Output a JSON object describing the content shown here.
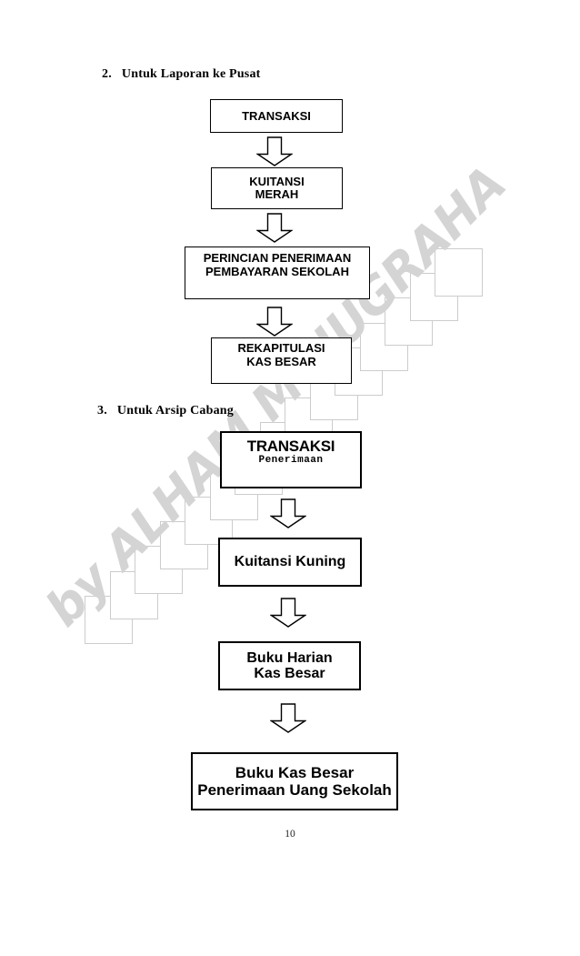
{
  "section2": {
    "number": "2.",
    "title": "Untuk Laporan ke Pusat",
    "flow": {
      "step1": "TRANSAKSI",
      "step2": "KUITANSI\nMERAH",
      "step3": "PERINCIAN PENERIMAAN\nPEMBAYARAN SEKOLAH",
      "step4": "REKAPITULASI\nKAS BESAR"
    }
  },
  "section3": {
    "number": "3.",
    "title": "Untuk Arsip Cabang",
    "flow": {
      "step1_title": "TRANSAKSI",
      "step1_subtitle": "Penerimaan",
      "step2": "Kuitansi Kuning",
      "step3": "Buku Harian\nKas Besar",
      "step4": "Buku Kas Besar\nPenerimaan Uang Sekolah"
    }
  },
  "footer": {
    "page_number": "10"
  },
  "watermark": {
    "text": "by ALHAM M NUGRAHA",
    "text_color": "#d4d4d4",
    "square_border_color": "#cccccc",
    "square_count": 15
  }
}
